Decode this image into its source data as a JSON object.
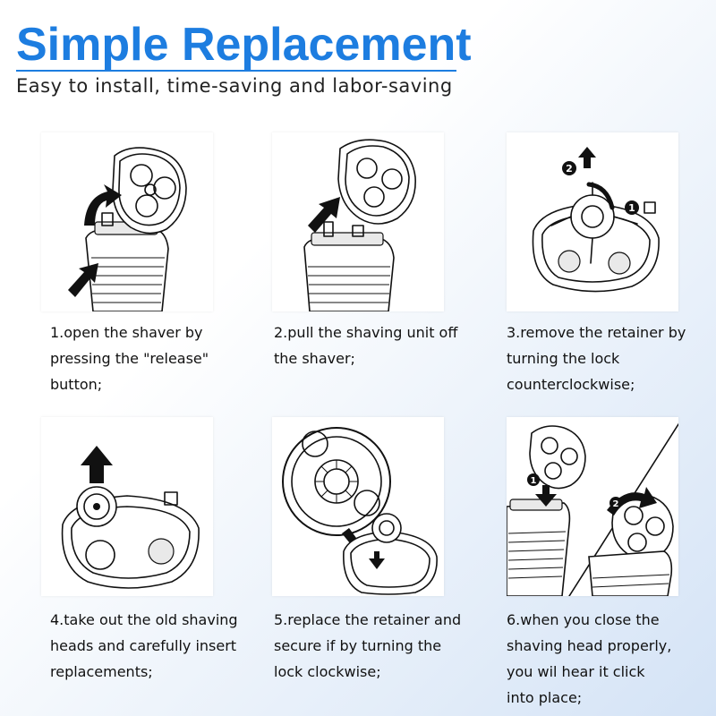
{
  "header": {
    "title": "Simple Replacement",
    "subtitle": "Easy to install, time-saving and labor-saving"
  },
  "colors": {
    "title": "#1d7de0",
    "text": "#111111",
    "background_tint": "#d4e3f6"
  },
  "steps": [
    {
      "caption": "1.open the shaver by\npressing the \"release\"\nbutton;"
    },
    {
      "caption": "2.pull the shaving unit off\nthe shaver;"
    },
    {
      "caption": "3.remove the retainer by\nturning the lock\ncounterclockwise;"
    },
    {
      "caption": "4.take out the old shaving\nheads and carefully insert\nreplacements;"
    },
    {
      "caption": "5.replace the retainer and\nsecure if by turning the\nlock clockwise;"
    },
    {
      "caption": "6.when you close the\nshaving head properly,\nyou wil hear it click\ninto place;"
    }
  ],
  "markers": {
    "one": "1",
    "two": "2"
  }
}
